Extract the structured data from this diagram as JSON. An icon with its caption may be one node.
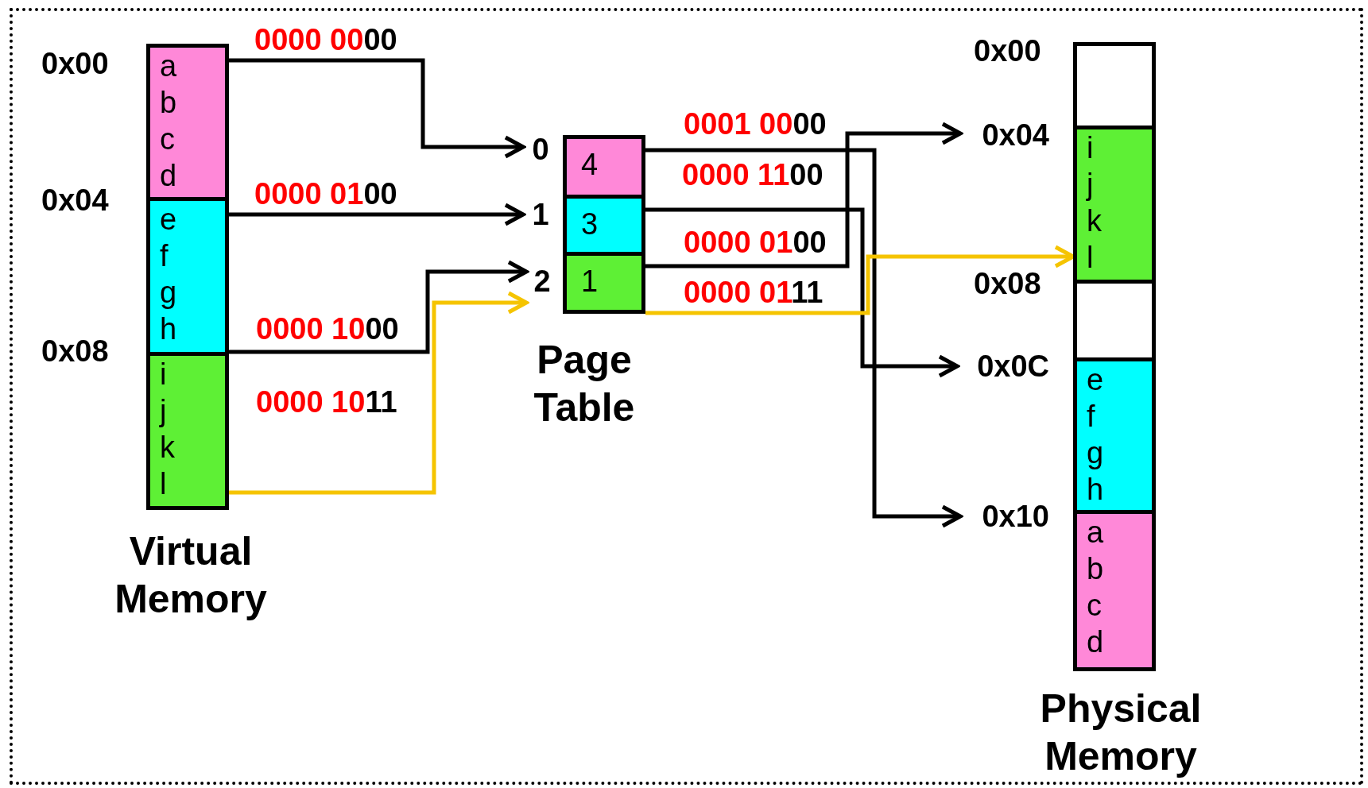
{
  "diagram": {
    "nodes": [
      {
        "text": [
          "Virtual Memory"
        ]
      },
      {
        "text": [
          "a b c d"
        ],
        "in": 0
      },
      {
        "text": [
          "e f g h"
        ],
        "in": 0
      },
      {
        "text": [
          "i j k l"
        ],
        "in": 0
      },
      {
        "text": [
          "0"
        ]
      },
      {
        "text": [
          "1"
        ]
      },
      {
        "text": [
          "2"
        ]
      },
      {
        "text": [
          "Page Table"
        ]
      },
      {
        "text": [
          "4"
        ],
        "in": 7
      },
      {
        "text": [
          "3"
        ],
        "in": 7
      },
      {
        "text": [
          "1"
        ],
        "in": 7
      },
      {
        "text": [
          "0x04"
        ]
      },
      {
        "text": [
          "0x0C"
        ]
      },
      {
        "text": [
          "0x10"
        ]
      },
      {
        "text": [
          "Physical Memory"
        ]
      },
      {
        "text": [],
        "shape": "box",
        "in": 14
      },
      {
        "text": [
          "i j k l"
        ],
        "in": 14
      },
      {
        "text": [],
        "shape": "box",
        "in": 14
      },
      {
        "text": [
          "e f g h"
        ],
        "in": 14
      },
      {
        "text": [
          "a b c d"
        ],
        "in": 14
      }
    ],
    "edges": [
      {
        "from": 1,
        "to": 4,
        "arrow": "to",
        "label": "0000 0000"
      },
      {
        "from": 2,
        "to": 5,
        "arrow": "to",
        "label": "0000 0100"
      },
      {
        "from": 3,
        "to": 6,
        "arrow": "to",
        "label": "0000 1000"
      },
      {
        "from": 3,
        "to": 6,
        "arrow": "to",
        "label": "0000 1011",
        "color": "#f5c400"
      },
      {
        "from": 8,
        "to": 13,
        "arrow": "to",
        "label": "0001 0000"
      },
      {
        "from": 9,
        "to": 12,
        "arrow": "to",
        "label": "0000 1100"
      },
      {
        "from": 10,
        "to": 11,
        "arrow": "to",
        "label": "0000 0100"
      },
      {
        "from": 10,
        "to": 16,
        "arrow": "to",
        "label": "0000 0111",
        "color": "#f5c400"
      }
    ],
    "labels": [
      "0x00",
      "0x04",
      "0x08",
      "0x00",
      "0x08"
    ]
  }
}
